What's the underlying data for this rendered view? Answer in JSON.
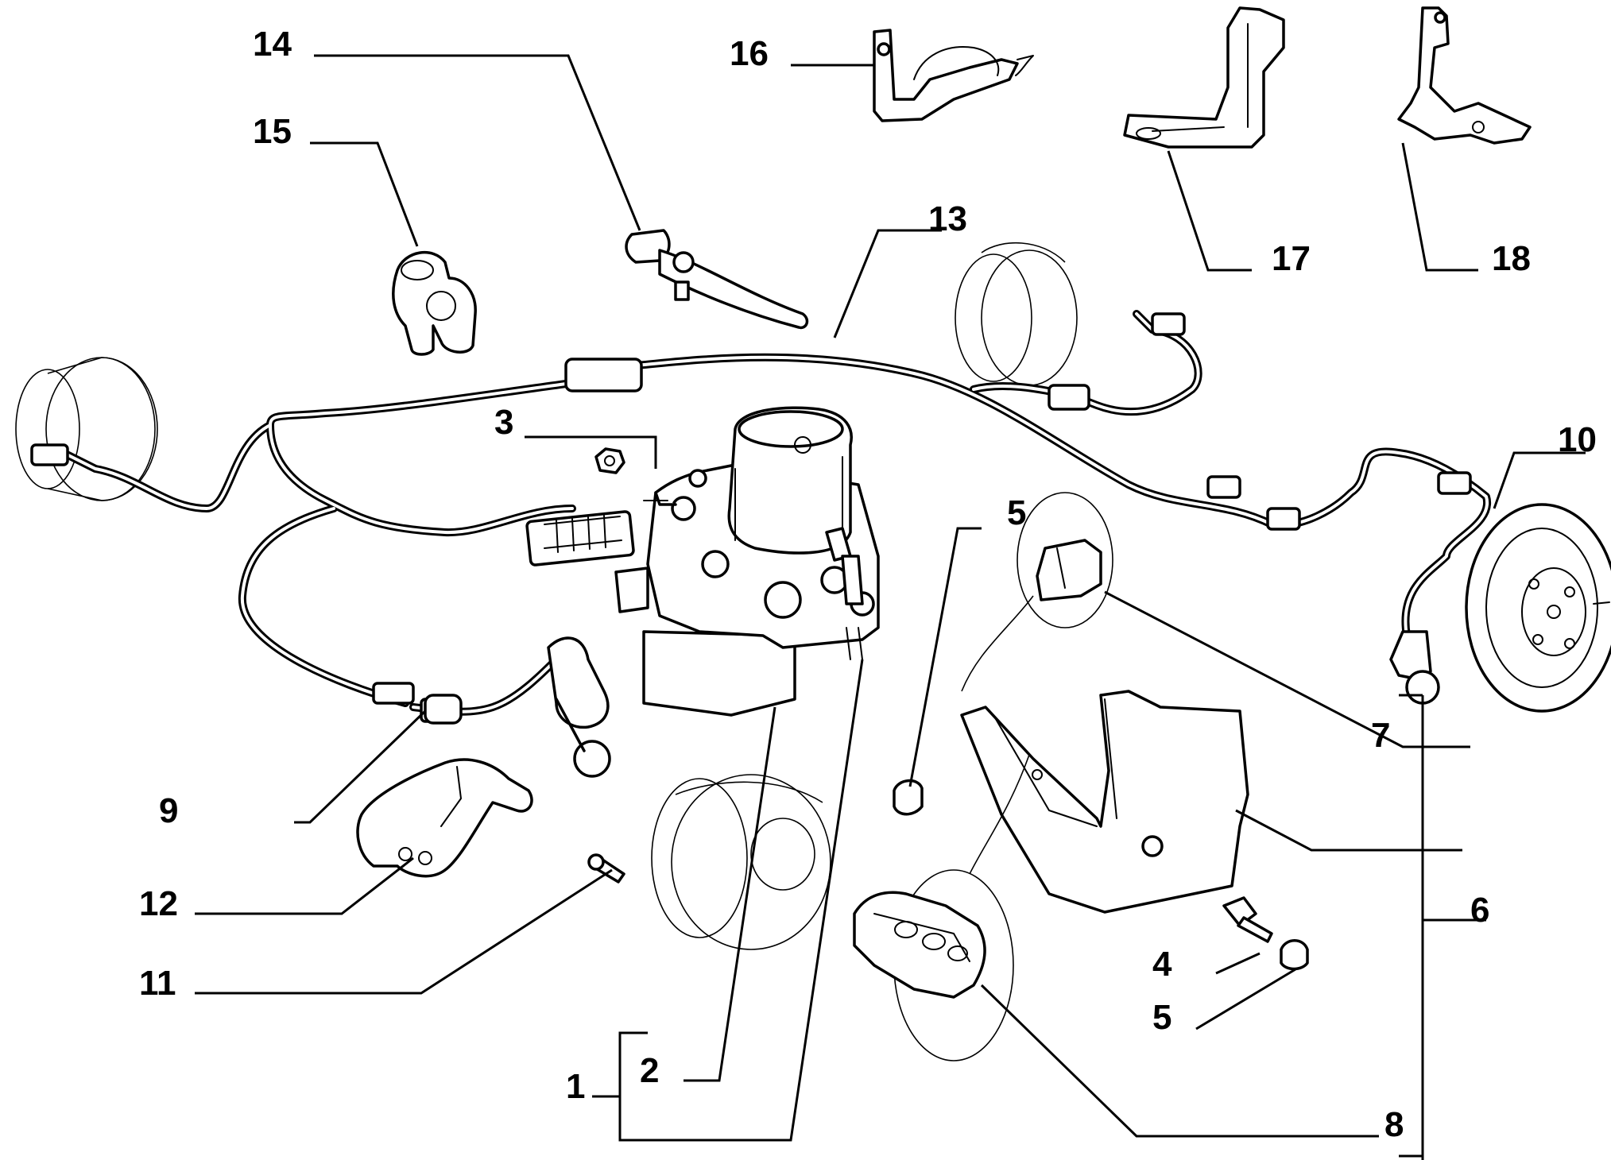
{
  "diagram": {
    "callouts": {
      "c1": "1",
      "c2": "2",
      "c3": "3",
      "c4": "4",
      "c5a": "5",
      "c5b": "5",
      "c6": "6",
      "c7": "7",
      "c8": "8",
      "c9": "9",
      "c10": "10",
      "c11": "11",
      "c12": "12",
      "c13": "13",
      "c14": "14",
      "c15": "15",
      "c16": "16",
      "c17": "17",
      "c18": "18"
    }
  }
}
